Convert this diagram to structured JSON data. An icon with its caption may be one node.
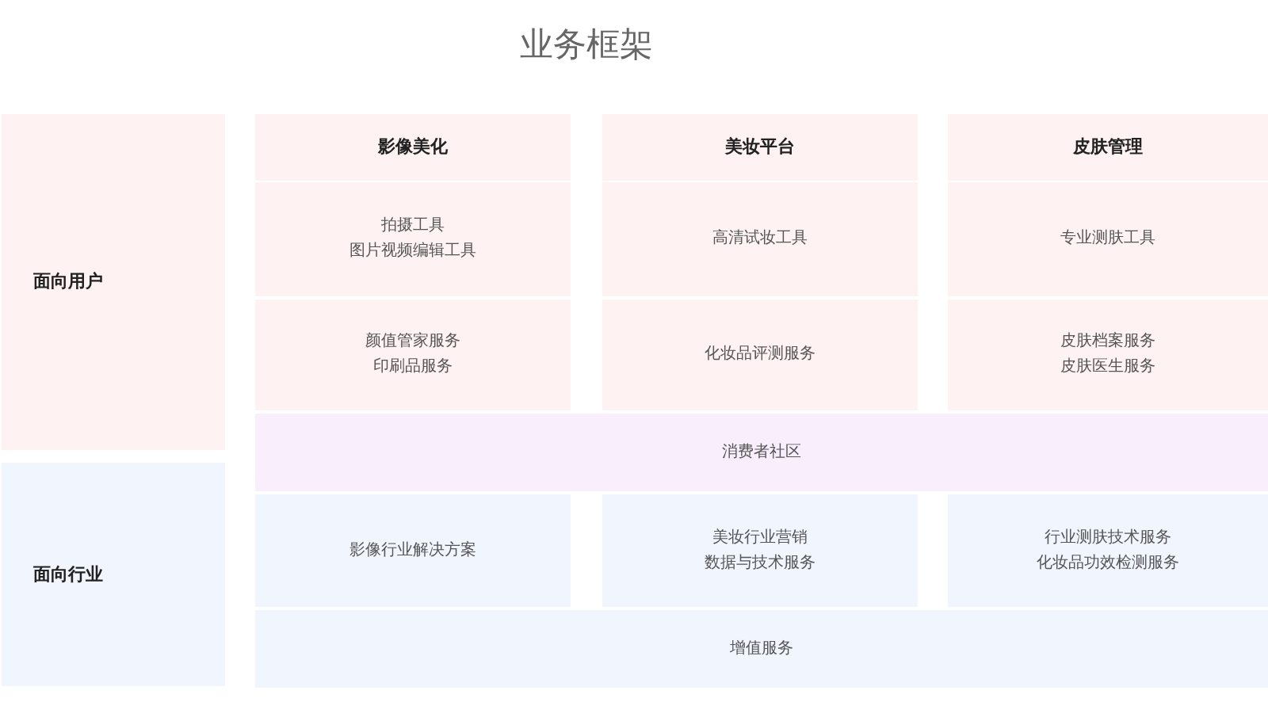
{
  "diagram": {
    "title": "业务框架",
    "nodes": [
      {
        "text": [
          "面向用户"
        ]
      },
      {
        "text": [
          "影像美化"
        ]
      },
      {
        "text": [
          "美妆平台"
        ]
      },
      {
        "text": [
          "皮肤管理"
        ]
      },
      {
        "text": [
          "拍摄工具",
          "图片视频编辑工具"
        ]
      },
      {
        "text": [
          "高清试妆工具"
        ]
      },
      {
        "text": [
          "专业测肤工具"
        ]
      },
      {
        "text": [
          "颜值管家服务",
          "印刷品服务"
        ]
      },
      {
        "text": [
          "化妆品评测服务"
        ]
      },
      {
        "text": [
          "皮肤档案服务",
          "皮肤医生服务"
        ]
      },
      {
        "text": [
          "消费者社区"
        ]
      },
      {
        "text": [
          "面向行业"
        ]
      },
      {
        "text": [
          "影像行业解决方案"
        ]
      },
      {
        "text": [
          "美妆行业营销",
          "数据与技术服务"
        ]
      },
      {
        "text": [
          "行业测肤技术服务",
          "化妆品功效检测服务"
        ]
      },
      {
        "text": [
          "增值服务"
        ]
      }
    ]
  }
}
